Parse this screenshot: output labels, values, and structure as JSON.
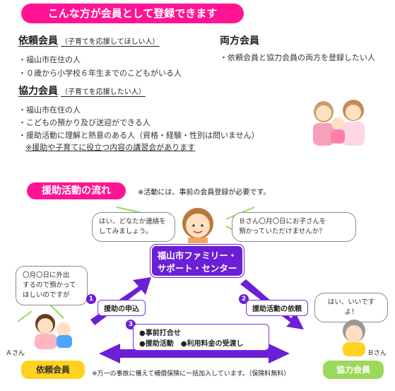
{
  "banner": "こんな方が会員として登録できます",
  "requester": {
    "title": "依頼会員",
    "subtitle": "（子育てを応援してほしい人）",
    "items": [
      "・福山市在住の人",
      "・０歳から小学校６年生までのこどもがいる人"
    ]
  },
  "helper": {
    "title": "協力会員",
    "subtitle": "（子育てを応援したい人）",
    "items": [
      "・福山市在住の人",
      "・こどもの預かり及び送迎ができる人",
      "・援助活動に理解と熱意のある人（資格・経験・性別は問いません）"
    ],
    "note": "※援助や子育てに役立つ内容の講習会があります"
  },
  "both": {
    "title": "両方会員",
    "items": [
      "・依頼会員と協力会員の両方を登録したい人"
    ]
  },
  "flow": {
    "banner": "援助活動の流れ",
    "note": "※活動には、事前の会員登録が必要です。",
    "center": [
      "福山市ファミリー・",
      "サポート・センター"
    ],
    "bubble_center_left": [
      "はい、どなたか連絡を",
      "してみましょう。"
    ],
    "bubble_center_right": [
      "Ｂさん〇月〇日にお子さんを",
      "預かっていただけませんか？"
    ],
    "bubble_a": [
      "〇月〇日に外出",
      "するので預かって",
      "ほしいのですが"
    ],
    "bubble_b": "はい、いいですよ！",
    "step1": {
      "num": "1",
      "label": "援助の申込"
    },
    "step2": {
      "num": "2",
      "label": "援助活動の依頼"
    },
    "step3": {
      "num": "3",
      "lines": [
        "●事前打合せ",
        "●援助活動　●利用料金の受渡し"
      ]
    },
    "person_a": "Ａさん",
    "person_b": "Ｂさん",
    "role_a": "依頼会員",
    "role_b": "協力会員",
    "insurance": "※万一の事故に備えて補償保険に一括加入しています。（保険料無料）"
  },
  "colors": {
    "pink": "#ff1493",
    "purple": "#6b1fd6",
    "yellow": "#ffd21f",
    "green": "#9ad95a"
  }
}
